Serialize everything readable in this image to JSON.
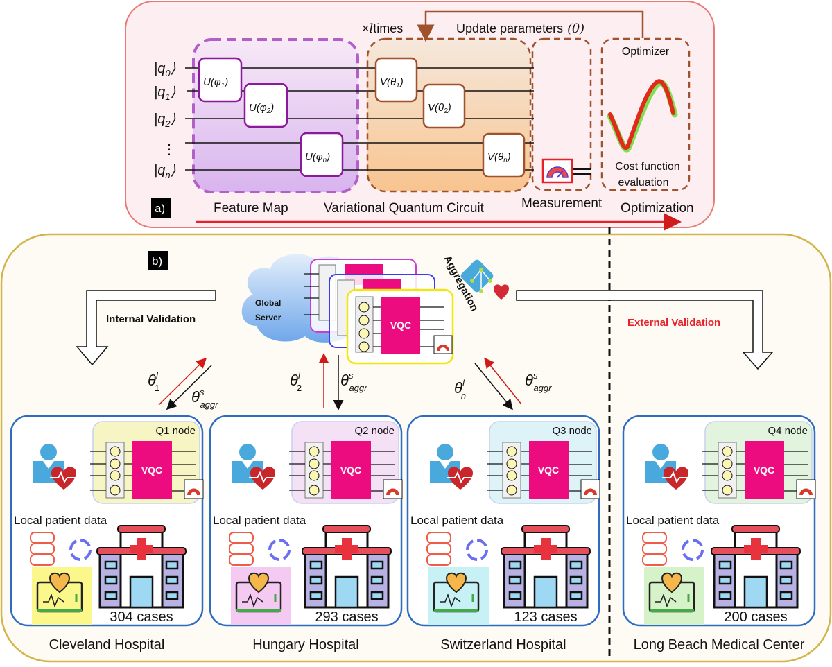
{
  "panel_a": {
    "label": "a)",
    "qubits": [
      "|q0⟩",
      "|q1⟩",
      "|q2⟩",
      "⋮",
      "|qn⟩"
    ],
    "qubit_main": [
      "q",
      "q",
      "q",
      "q"
    ],
    "qubit_sub": [
      "0",
      "1",
      "2",
      "n"
    ],
    "feature_gates": [
      {
        "base": "U(φ",
        "sub": "1",
        "close": ")"
      },
      {
        "base": "U(φ",
        "sub": "2",
        "close": ")"
      },
      {
        "base": "U(φ",
        "sub": "n",
        "close": ")"
      }
    ],
    "vqc_gates": [
      {
        "base": "V(θ",
        "sub": "1",
        "close": ")"
      },
      {
        "base": "V(θ",
        "sub": "2",
        "close": ")"
      },
      {
        "base": "V(θ",
        "sub": "n",
        "close": ")"
      }
    ],
    "repeat_label_prefix": "×",
    "repeat_label_var": "l",
    "repeat_label_suffix": "times",
    "update_label": "Update parameters",
    "update_symbol": "(θ)",
    "optimizer_label": "Optimizer",
    "cost_label_1": "Cost function",
    "cost_label_2": "evaluation",
    "stage_labels": {
      "feature_map": "Feature Map",
      "vqc": "Variational Quantum Circuit",
      "measurement": "Measurement",
      "optimization": "Optimization"
    },
    "colors": {
      "border": "#e87a76",
      "background": "#fdeef1",
      "feature_map": "#b25fc8",
      "vqc": "#a0522d",
      "flow_arrow": "#e8202a"
    }
  },
  "panel_b": {
    "label": "b)",
    "global_server_1": "Global",
    "global_server_2": "Server",
    "aggregation_label": "Aggregation",
    "vqc_label": "VQC",
    "internal_validation": "Internal Validation",
    "external_validation": "External Validation",
    "params": [
      {
        "up": "θ",
        "up_sup": "l",
        "up_sub": "1",
        "down": "θ",
        "down_sup": "s",
        "down_sub": "aggr"
      },
      {
        "up": "θ",
        "up_sup": "l",
        "up_sub": "2",
        "down": "θ",
        "down_sup": "s",
        "down_sub": "aggr"
      },
      {
        "up": "θ",
        "up_sup": "l",
        "up_sub": "n",
        "down": "θ",
        "down_sup": "s",
        "down_sub": "aggr"
      }
    ],
    "nodes": [
      {
        "node": "Q1 node",
        "data_label": "Local patient data",
        "cases": "304 cases",
        "hospital": "Cleveland Hospital",
        "tint": "#f7f5c4",
        "monitor_bg": "#fbf78a"
      },
      {
        "node": "Q2 node",
        "data_label": "Local patient data",
        "cases": "293 cases",
        "hospital": "Hungary Hospital",
        "tint": "#f4e1f5",
        "monitor_bg": "#f4c9f2"
      },
      {
        "node": "Q3 node",
        "data_label": "Local patient data",
        "cases": "123 cases",
        "hospital": "Switzerland Hospital",
        "tint": "#def3f8",
        "monitor_bg": "#c8f1f6"
      },
      {
        "node": "Q4 node",
        "data_label": "Local patient data",
        "cases": "200 cases",
        "hospital": "Long Beach Medical Center",
        "tint": "#e2f4de",
        "monitor_bg": "#d6f2c8"
      }
    ],
    "colors": {
      "border": "#d4b34a",
      "background": "#fdfbf3",
      "node_border": "#2d6cc0",
      "vqc_block": "#ec0c80",
      "external": "#e8202a"
    }
  }
}
